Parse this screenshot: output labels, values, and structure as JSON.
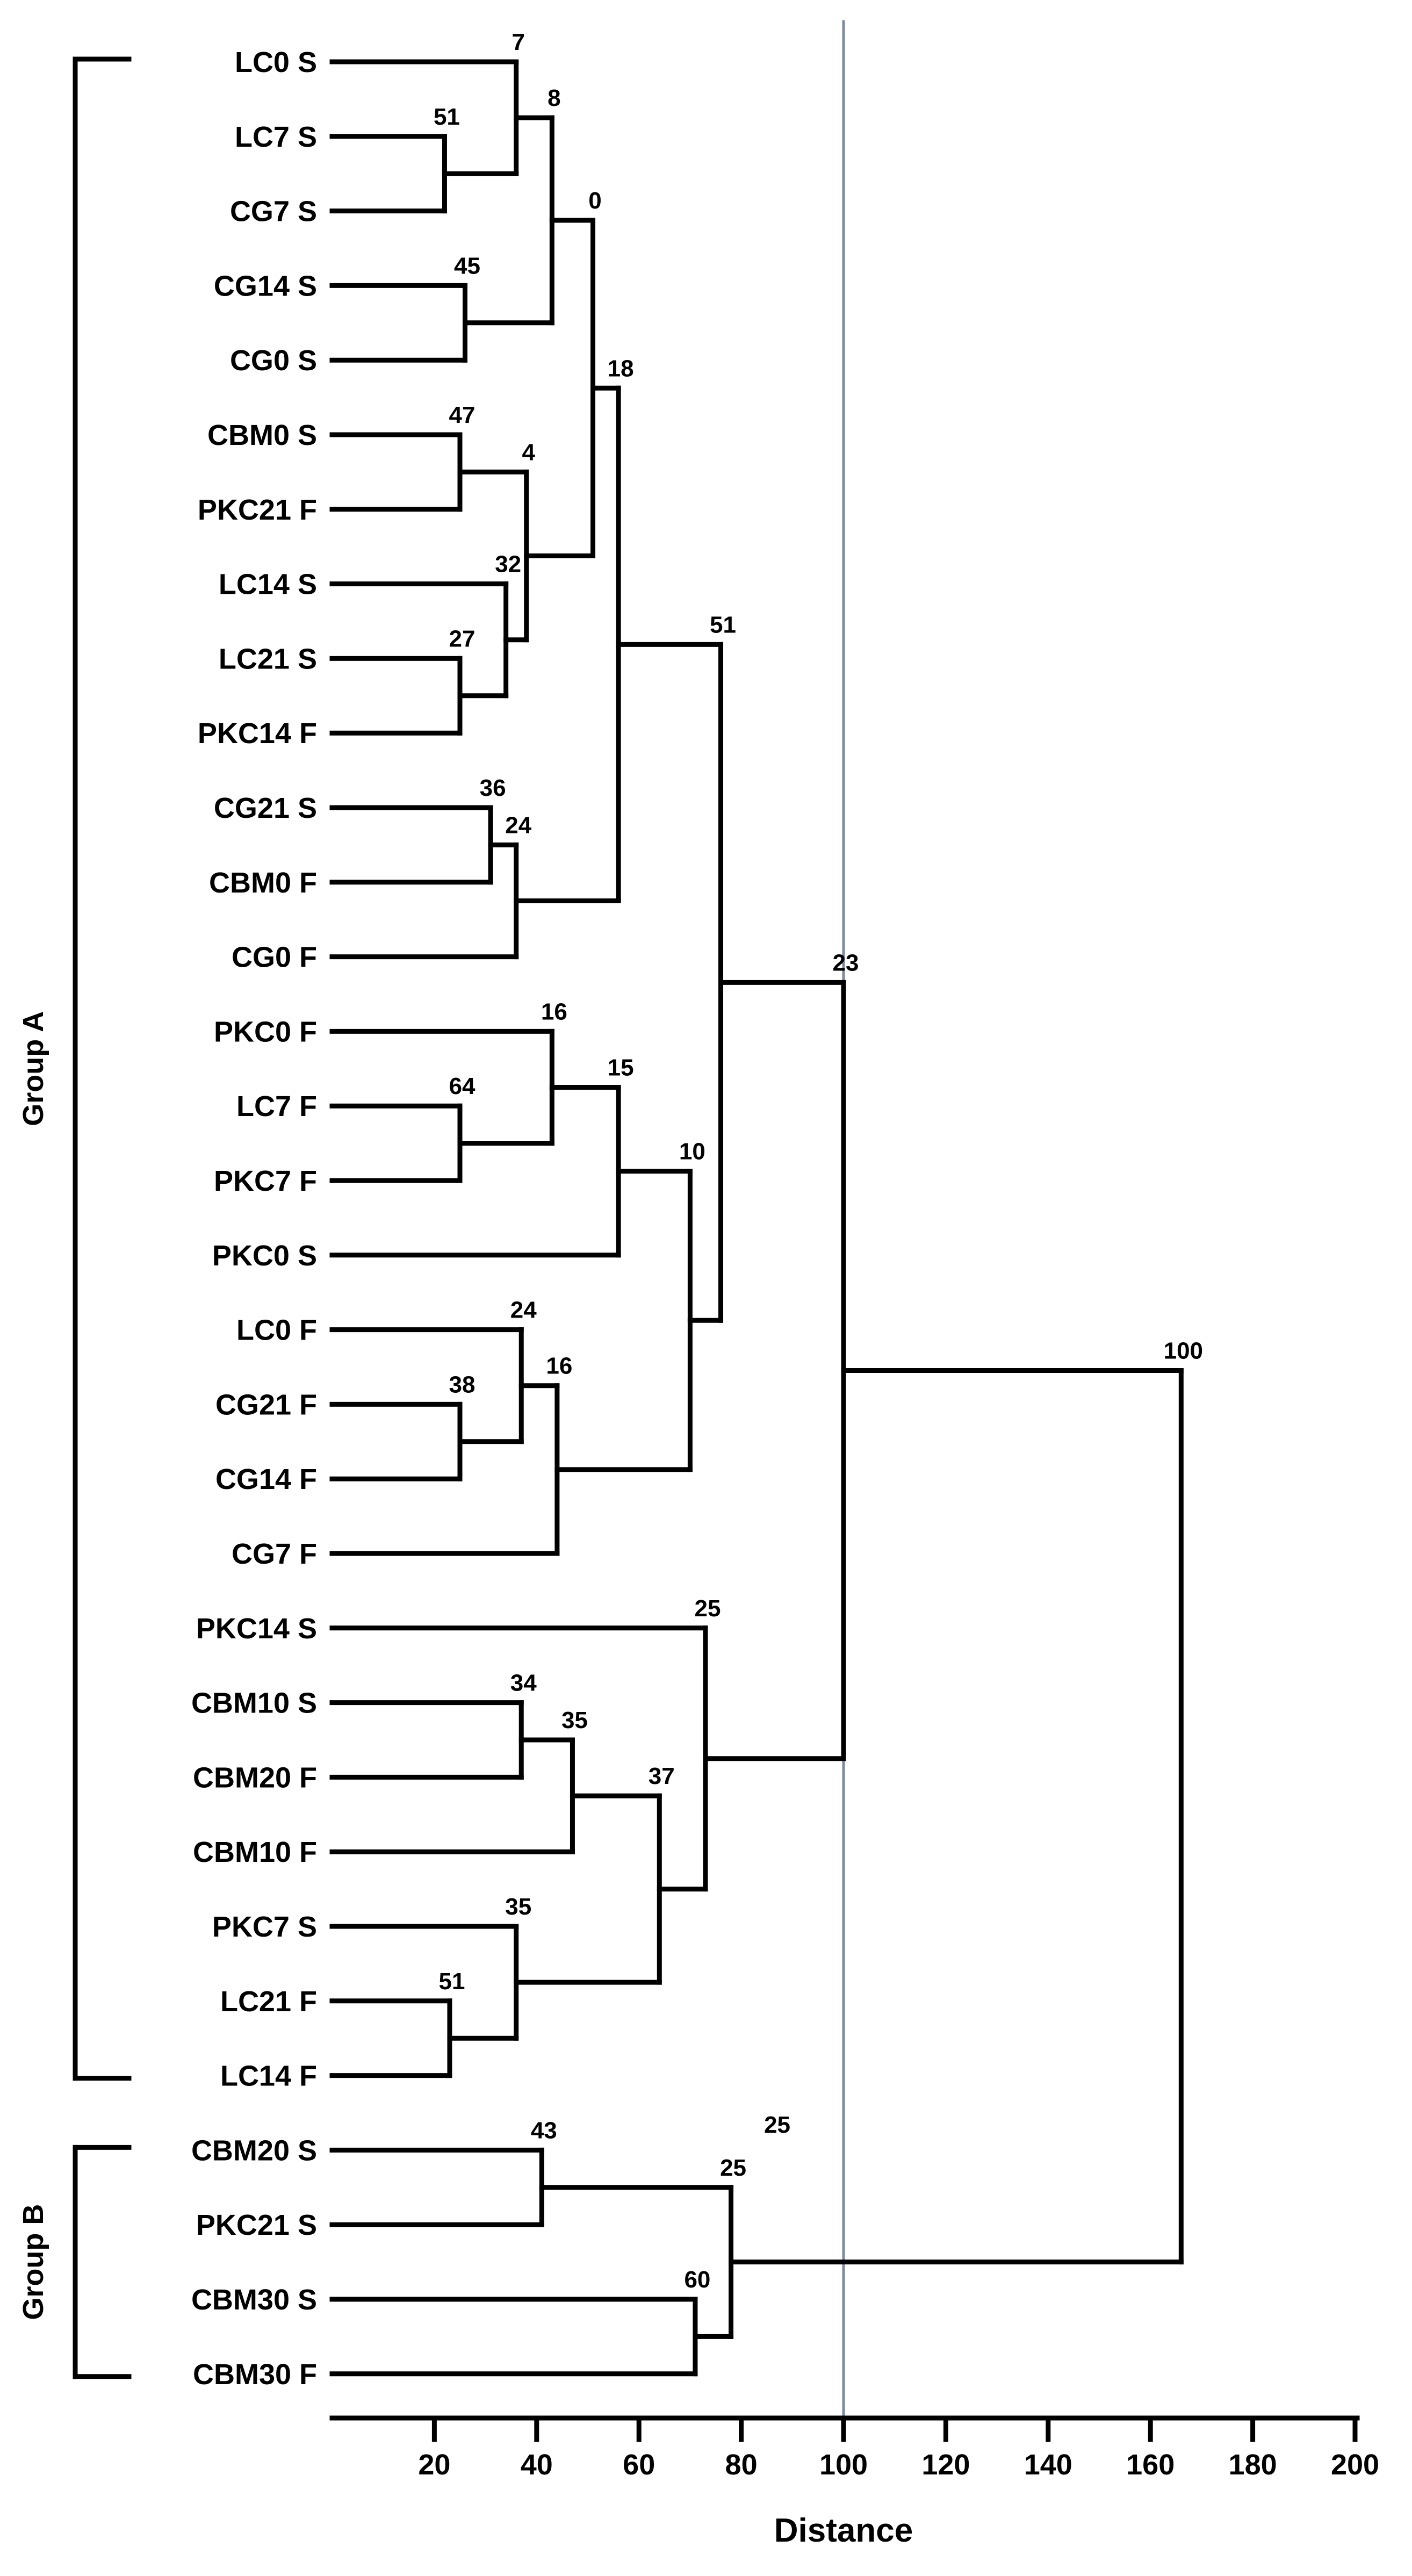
{
  "chart_data": {
    "type": "dendrogram",
    "xlabel": "Distance",
    "xlim": [
      0,
      200
    ],
    "ticks": [
      20,
      40,
      60,
      80,
      100,
      120,
      140,
      160,
      180,
      200
    ],
    "cutoff_line": 100,
    "leaves": [
      "LC0 S",
      "LC7 S",
      "CG7 S",
      "CG14 S",
      "CG0 S",
      "CBM0 S",
      "PKC21 F",
      "LC14 S",
      "LC21 S",
      "PKC14 F",
      "CG21 S",
      "CBM0 F",
      "CG0 F",
      "PKC0 F",
      "LC7 F",
      "PKC7 F",
      "PKC0 S",
      "LC0 F",
      "CG21 F",
      "CG14 F",
      "CG7 F",
      "PKC14 S",
      "CBM10 S",
      "CBM20 F",
      "CBM10 F",
      "PKC7 S",
      "LC21 F",
      "LC14 F",
      "CBM20 S",
      "PKC21 S",
      "CBM30 S",
      "CBM30 F"
    ],
    "merges": [
      {
        "id": "n1",
        "children": [
          1,
          2
        ],
        "height": 22,
        "support": "51"
      },
      {
        "id": "n2",
        "children": [
          0,
          "n1"
        ],
        "height": 36,
        "support": "7"
      },
      {
        "id": "n3",
        "children": [
          3,
          4
        ],
        "height": 26,
        "support": "45"
      },
      {
        "id": "n4",
        "children": [
          "n2",
          "n3"
        ],
        "height": 43,
        "support": "8"
      },
      {
        "id": "n5",
        "children": [
          5,
          6
        ],
        "height": 25,
        "support": "47"
      },
      {
        "id": "n6",
        "children": [
          8,
          9
        ],
        "height": 25,
        "support": "27"
      },
      {
        "id": "n7",
        "children": [
          7,
          "n6"
        ],
        "height": 34,
        "support": "32"
      },
      {
        "id": "n8",
        "children": [
          "n5",
          "n7"
        ],
        "height": 38,
        "support": "4"
      },
      {
        "id": "n9",
        "children": [
          "n4",
          "n8"
        ],
        "height": 51,
        "support": "0"
      },
      {
        "id": "n10",
        "children": [
          10,
          11
        ],
        "height": 31,
        "support": "36"
      },
      {
        "id": "n11",
        "children": [
          "n10",
          12
        ],
        "height": 36,
        "support": "24"
      },
      {
        "id": "n12",
        "children": [
          "n9",
          "n11"
        ],
        "height": 56,
        "support": "18"
      },
      {
        "id": "n13",
        "children": [
          14,
          15
        ],
        "height": 25,
        "support": "64"
      },
      {
        "id": "n14",
        "children": [
          13,
          "n13"
        ],
        "height": 43,
        "support": "16"
      },
      {
        "id": "n15",
        "children": [
          "n14",
          16
        ],
        "height": 56,
        "support": "15"
      },
      {
        "id": "n16",
        "children": [
          18,
          19
        ],
        "height": 25,
        "support": "38"
      },
      {
        "id": "n17",
        "children": [
          17,
          "n16"
        ],
        "height": 37,
        "support": "24"
      },
      {
        "id": "n18",
        "children": [
          "n17",
          20
        ],
        "height": 44,
        "support": "16"
      },
      {
        "id": "n19",
        "children": [
          "n15",
          "n18"
        ],
        "height": 70,
        "support": "10"
      },
      {
        "id": "n20",
        "children": [
          "n12",
          "n19"
        ],
        "height": 76,
        "support": "51"
      },
      {
        "id": "n21",
        "children": [
          22,
          23
        ],
        "height": 37,
        "support": "34"
      },
      {
        "id": "n22",
        "children": [
          "n21",
          24
        ],
        "height": 47,
        "support": "35"
      },
      {
        "id": "n23",
        "children": [
          26,
          27
        ],
        "height": 23,
        "support": "51"
      },
      {
        "id": "n24",
        "children": [
          25,
          "n23"
        ],
        "height": 36,
        "support": "35"
      },
      {
        "id": "n25",
        "children": [
          "n22",
          "n24"
        ],
        "height": 64,
        "support": "37"
      },
      {
        "id": "n26",
        "children": [
          21,
          "n25"
        ],
        "height": 73,
        "support": "25"
      },
      {
        "id": "n27",
        "children": [
          "n20",
          "n26"
        ],
        "height": 100,
        "support": "23"
      },
      {
        "id": "n28",
        "children": [
          28,
          29
        ],
        "height": 41,
        "support": "43"
      },
      {
        "id": "n29",
        "children": [
          30,
          31
        ],
        "height": 71,
        "support": "60"
      },
      {
        "id": "n30",
        "children": [
          "n28",
          "n29"
        ],
        "height": 78,
        "support": "25"
      },
      {
        "id": "n31",
        "children": [
          "n27",
          "n30"
        ],
        "height": 166,
        "support": "100"
      }
    ],
    "extra_labels": [
      {
        "text": "25",
        "near_node": "n30"
      }
    ],
    "groups": [
      {
        "name": "Group A",
        "from_leaf": 0,
        "to_leaf": 27
      },
      {
        "name": "Group B",
        "from_leaf": 28,
        "to_leaf": 31
      }
    ]
  }
}
